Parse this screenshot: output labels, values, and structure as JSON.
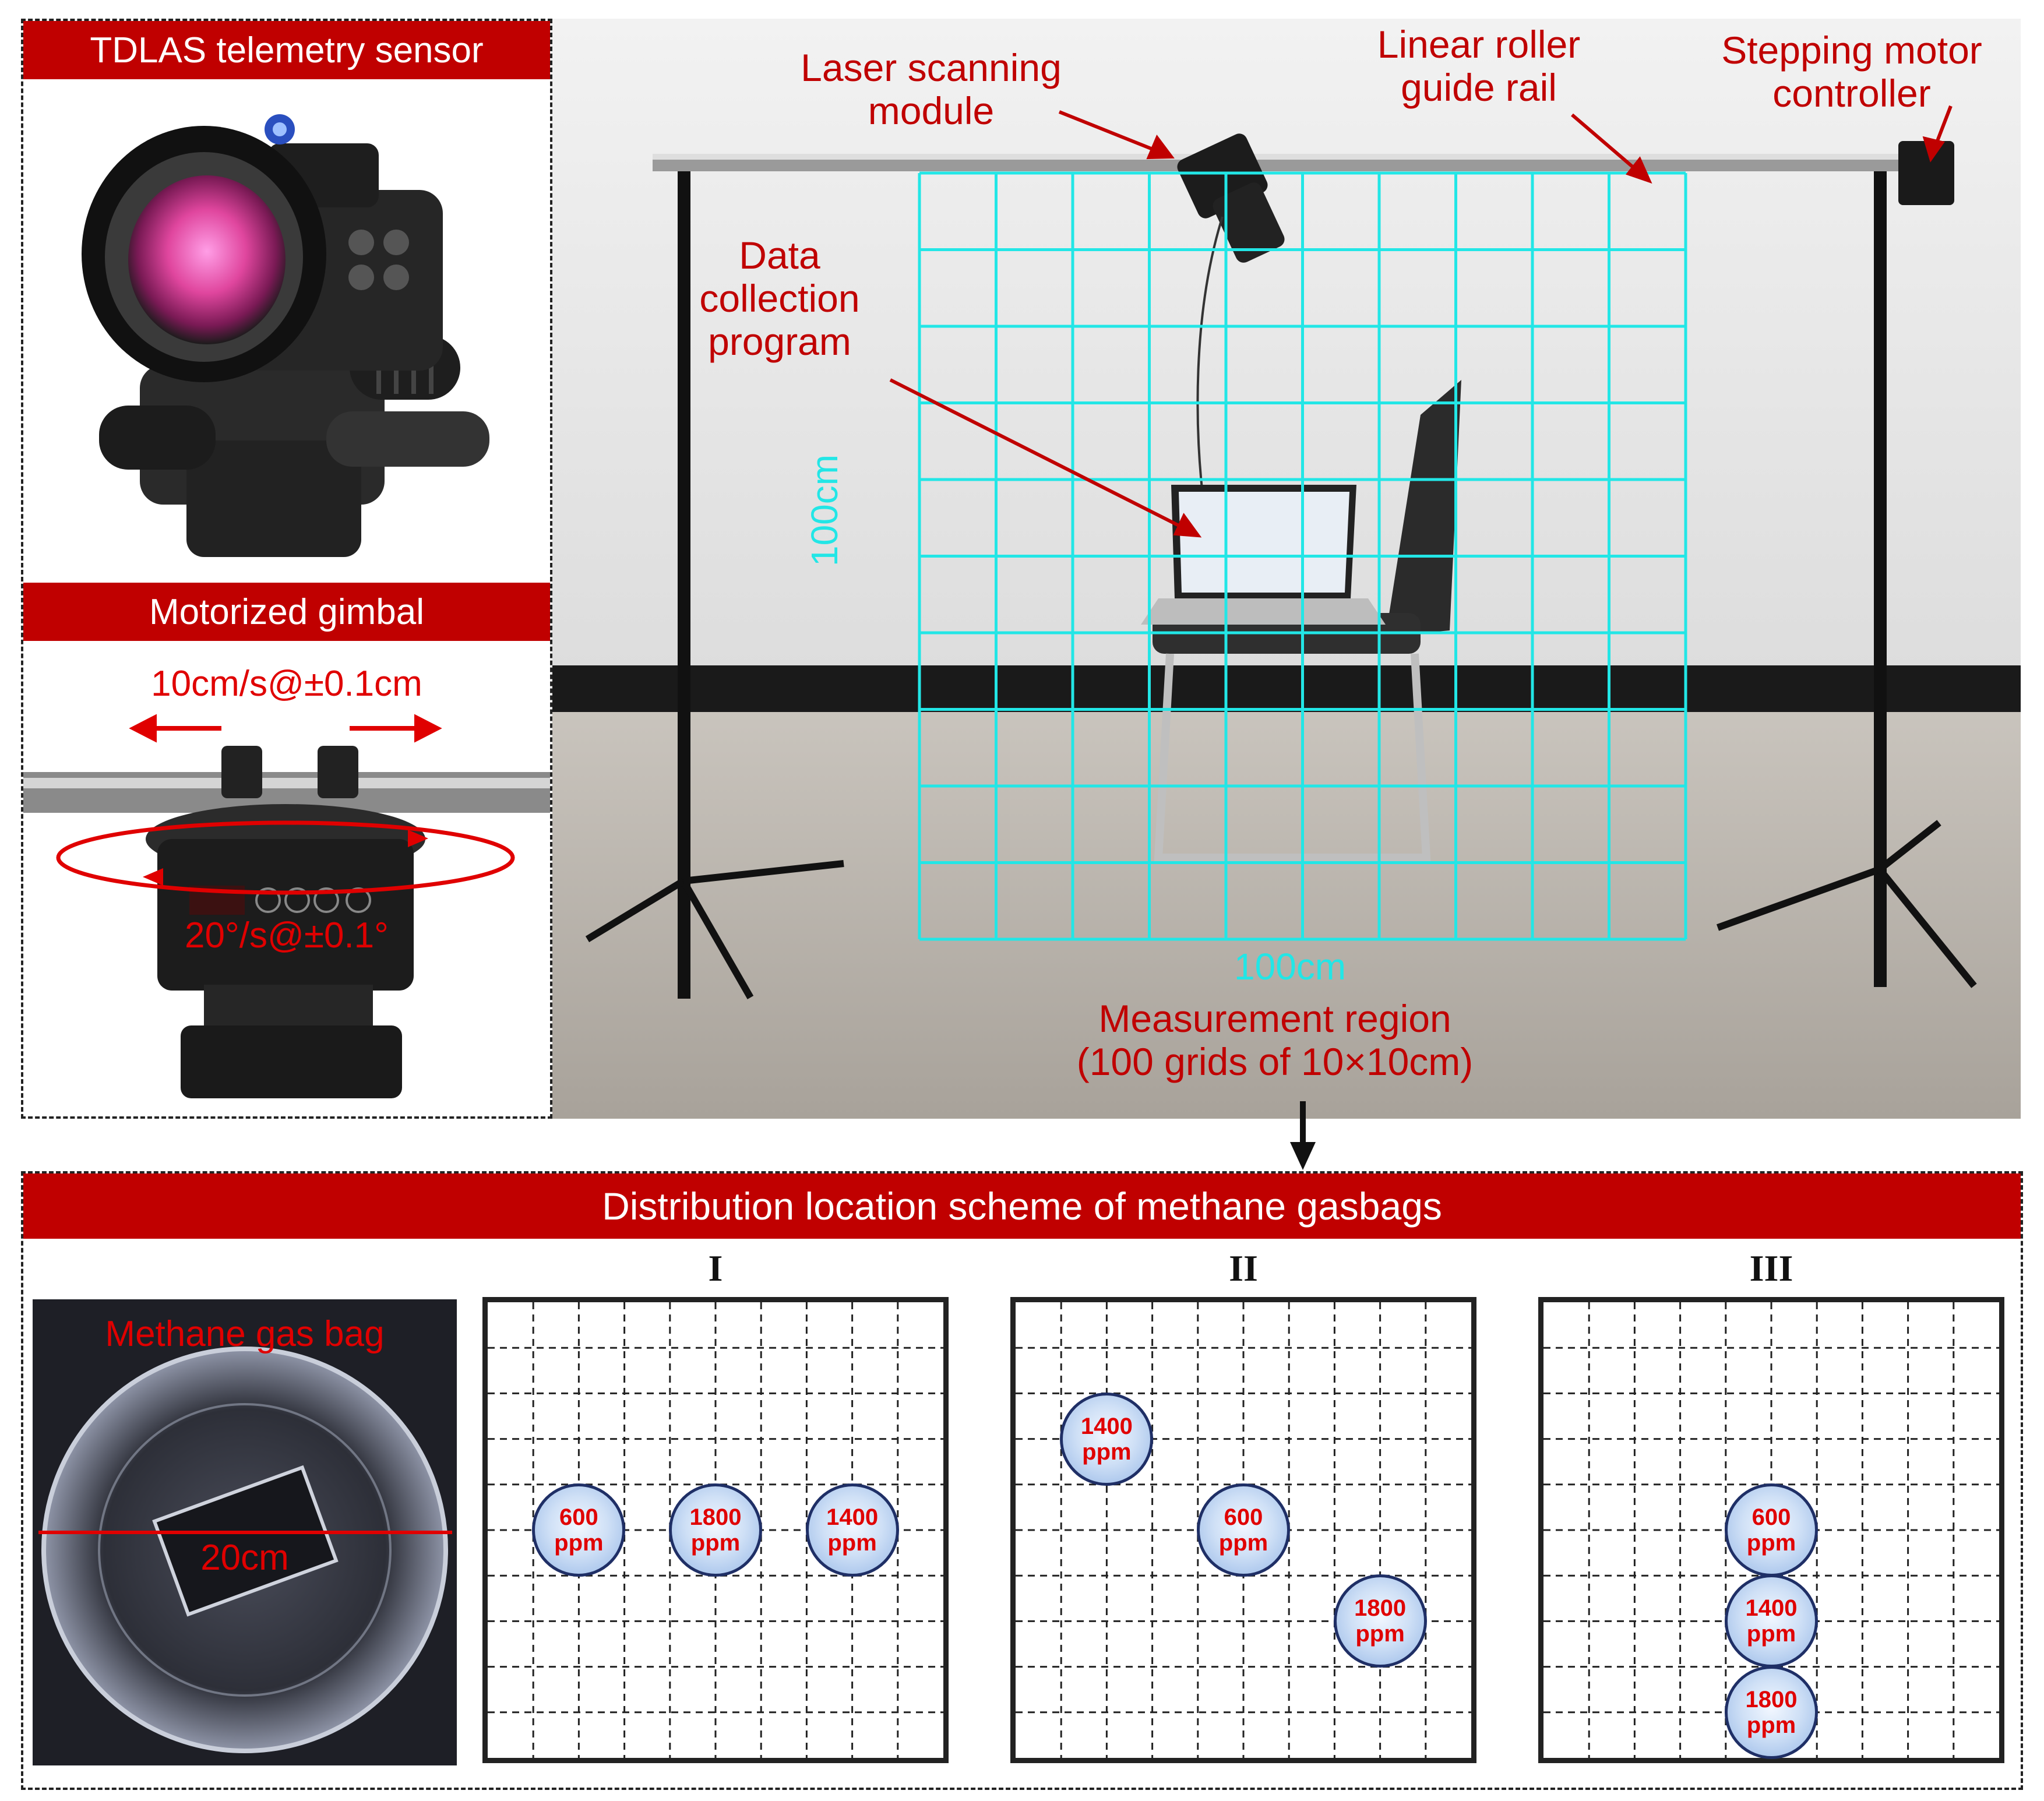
{
  "panels": {
    "sensor_title": "TDLAS telemetry sensor",
    "gimbal_title": "Motorized gimbal",
    "gimbal_linear_speed": "10cm/s@±0.1cm",
    "gimbal_rotation_speed": "20°/s@±0.1°"
  },
  "setup": {
    "labels": {
      "laser_scanning_module": "Laser scanning\nmodule",
      "linear_roller_guide_rail": "Linear roller\nguide rail",
      "stepping_motor_controller": "Stepping motor\ncontroller",
      "data_collection_program": "Data\ncollection\nprogram"
    },
    "grid_height_label": "100cm",
    "grid_width_label": "100cm",
    "measurement_region": "Measurement region\n(100 grids of 10×10cm)",
    "grid_color": "#22e6e6"
  },
  "scheme": {
    "title": "Distribution location scheme of methane gasbags",
    "gas_bag_label": "Methane gas bag",
    "gas_bag_diameter": "20cm",
    "unit": "ppm",
    "layouts": [
      {
        "name": "I",
        "bags": [
          {
            "ppm": "600",
            "col": 2,
            "row": 5
          },
          {
            "ppm": "1800",
            "col": 5,
            "row": 5
          },
          {
            "ppm": "1400",
            "col": 8,
            "row": 5
          }
        ]
      },
      {
        "name": "II",
        "bags": [
          {
            "ppm": "1400",
            "col": 2,
            "row": 3
          },
          {
            "ppm": "600",
            "col": 5,
            "row": 5
          },
          {
            "ppm": "1800",
            "col": 8,
            "row": 7
          }
        ]
      },
      {
        "name": "III",
        "bags": [
          {
            "ppm": "600",
            "col": 5,
            "row": 5
          },
          {
            "ppm": "1400",
            "col": 5,
            "row": 7
          },
          {
            "ppm": "1800",
            "col": 5,
            "row": 9
          }
        ]
      }
    ]
  },
  "colors": {
    "accent": "#c00000",
    "grid": "#22e6e6"
  }
}
